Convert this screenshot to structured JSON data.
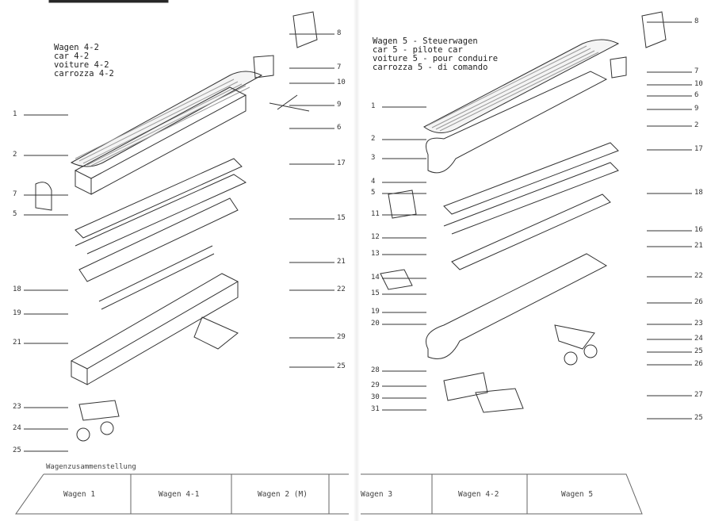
{
  "left_title": [
    "Wagen 4-2",
    "car 4-2",
    "voiture 4-2",
    "carrozza 4-2"
  ],
  "right_title": [
    "Wagen 5 - Steuerwagen",
    "car 5 - pilote car",
    "voiture 5 - pour conduire",
    "carrozza 5 - di comando"
  ],
  "left_parts": [
    "1",
    "2",
    "7",
    "5",
    "18",
    "19",
    "21",
    "23",
    "24",
    "25",
    "8",
    "7",
    "10",
    "9",
    "6",
    "17",
    "15",
    "21",
    "22",
    "29",
    "25"
  ],
  "right_parts": [
    "1",
    "2",
    "3",
    "4",
    "5",
    "11",
    "12",
    "13",
    "14",
    "15",
    "19",
    "20",
    "28",
    "29",
    "30",
    "31",
    "8",
    "7",
    "10",
    "6",
    "9",
    "2",
    "17",
    "18",
    "16",
    "21",
    "22",
    "26",
    "23",
    "24",
    "25",
    "26",
    "27",
    "25"
  ],
  "composition": {
    "caption": "Wagenzusammenstellung",
    "cars": [
      "Wagen 1",
      "Wagen 4-1",
      "Wagen 2 (M)",
      "Wagen 3",
      "Wagen 4-2",
      "Wagen 5"
    ]
  }
}
